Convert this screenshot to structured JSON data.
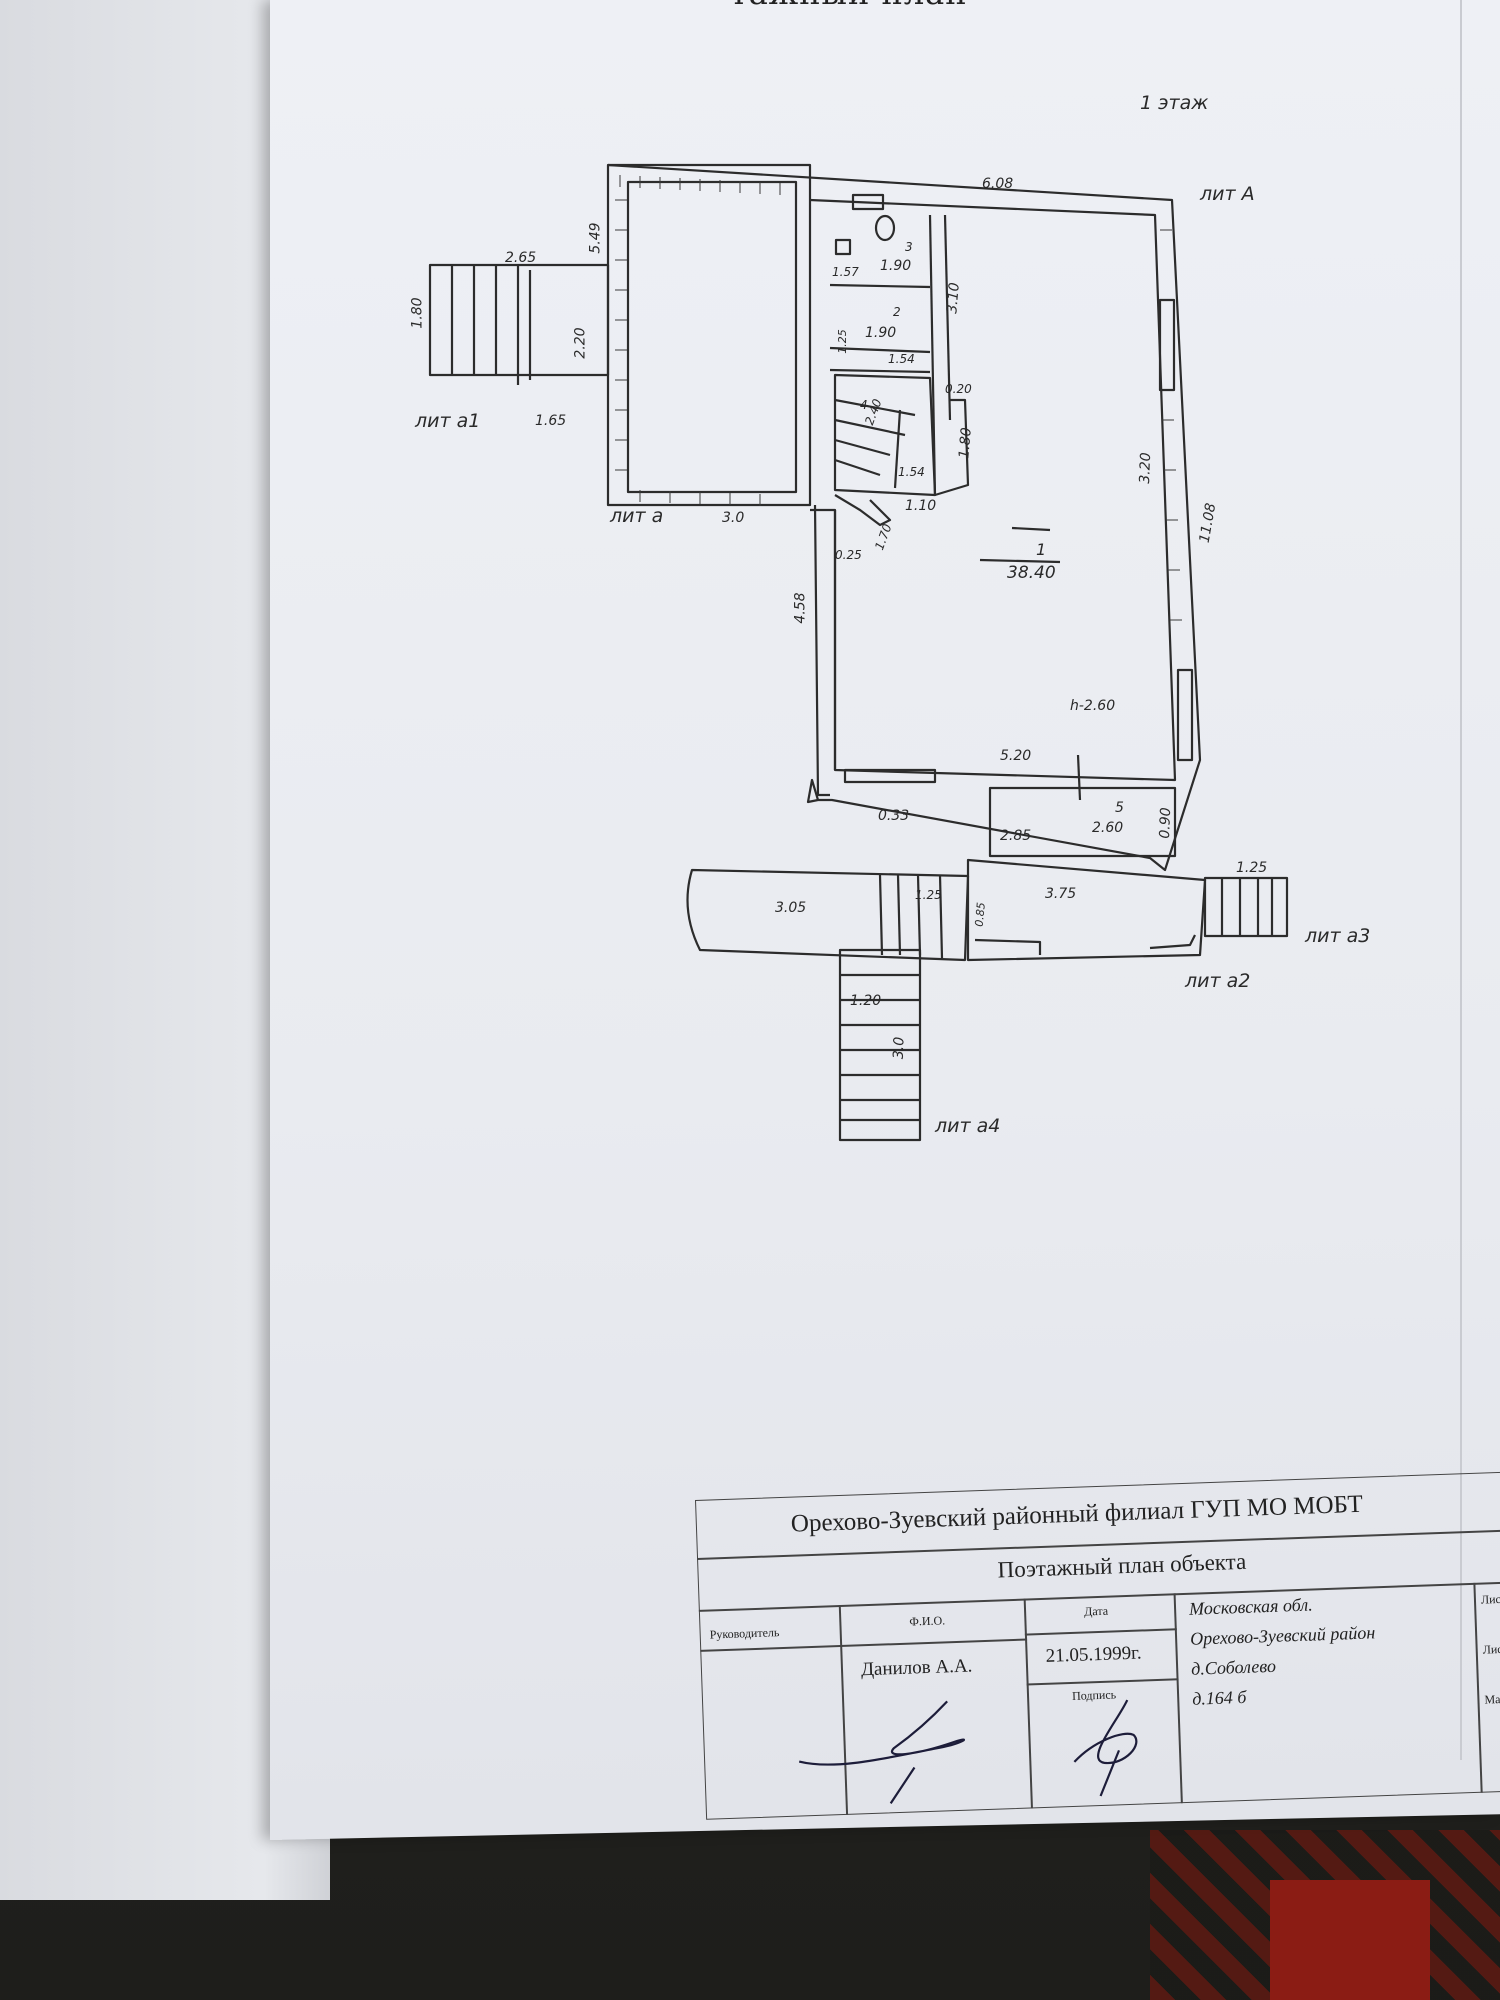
{
  "header": {
    "title_fragment": "тажный план"
  },
  "plan": {
    "floor_label": "1 этаж",
    "annexes": {
      "lit_A": "лит А",
      "lit_a": "лит а",
      "lit_a1": "лит а1",
      "lit_a2": "лит а2",
      "lit_a3": "лит а3",
      "lit_a4": "лит а4"
    },
    "dimensions": {
      "top_width": "6.08",
      "right_height": "11.08",
      "left_annex_height": "5.49",
      "porch_width": "2.65",
      "porch_height": "1.80",
      "left_room_inner": "2.20",
      "a1_width": "1.65",
      "a_width": "3.0",
      "wall_left": "4.58",
      "wc_w": "1.57",
      "wc_d": "1.90",
      "room2_w": "1.90",
      "room2_h": "1.25",
      "right_col_1": "3.10",
      "right_col_2": "0.20",
      "right_col_3": "1.80",
      "stair_w": "1.54",
      "stair_w2": "1.54",
      "stair_d": "1.10",
      "stair_h": "2.40",
      "small_1": "0.25",
      "small_2": "1.70",
      "inner_height": "3.20",
      "bottom_inner": "5.20",
      "height_mark": "h-2.60",
      "lower_left": "0.33",
      "room5_w": "2.85",
      "room5_w2": "2.60",
      "room5_h": "0.90",
      "veranda_w": "3.05",
      "veranda_step": "1.25",
      "veranda_small": "0.85",
      "a2_w": "3.75",
      "a3_w": "1.25",
      "a4_w": "1.20",
      "a4_len": "3.0"
    },
    "rooms": {
      "room1_no": "1",
      "room1_area": "38.40",
      "room2_no": "2",
      "room3_no": "3",
      "room4_no": "4",
      "room5_no": "5"
    }
  },
  "stamp": {
    "org": "Орехово-Зуевский районный филиал ГУП МО МОБТ",
    "doc_title": "Поэтажный план объекта",
    "head_label": "Руководитель",
    "fio_label": "Ф.И.О.",
    "fio_value": "Данилов А.А.",
    "date_label": "Дата",
    "date_value": "21.05.1999г.",
    "sign_label": "Подпись",
    "address_1": "Московская обл.",
    "address_2": "Орехово-Зуевский район",
    "address_3": "д.Соболево",
    "address_4": "д.164 б",
    "sheet_1": "Лист",
    "sheet_2": "Лист",
    "scale": "Мас"
  }
}
